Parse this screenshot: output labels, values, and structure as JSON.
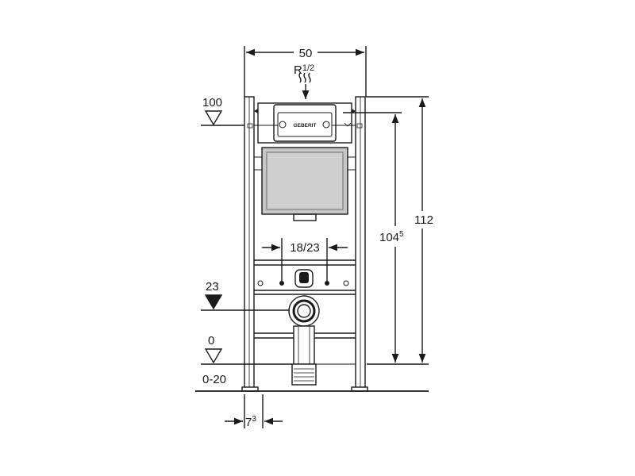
{
  "dimensions": {
    "frame_width": "50",
    "water_connection": {
      "main": "R",
      "fraction": "1/2"
    },
    "height_total": "112",
    "height_cistern": {
      "main": "104",
      "sup": "5"
    },
    "flush_pipe_spacing": "18/23",
    "foot_offset": {
      "main": "7",
      "sup": "3"
    }
  },
  "levels": {
    "top": "100",
    "drain_axis": "23",
    "floor": "0",
    "floor_range": "0-20"
  },
  "brand": "GEBERIT",
  "colors": {
    "line": "#1a1a1a",
    "cistern_fill": "#c7c7c7",
    "background": "#ffffff"
  }
}
